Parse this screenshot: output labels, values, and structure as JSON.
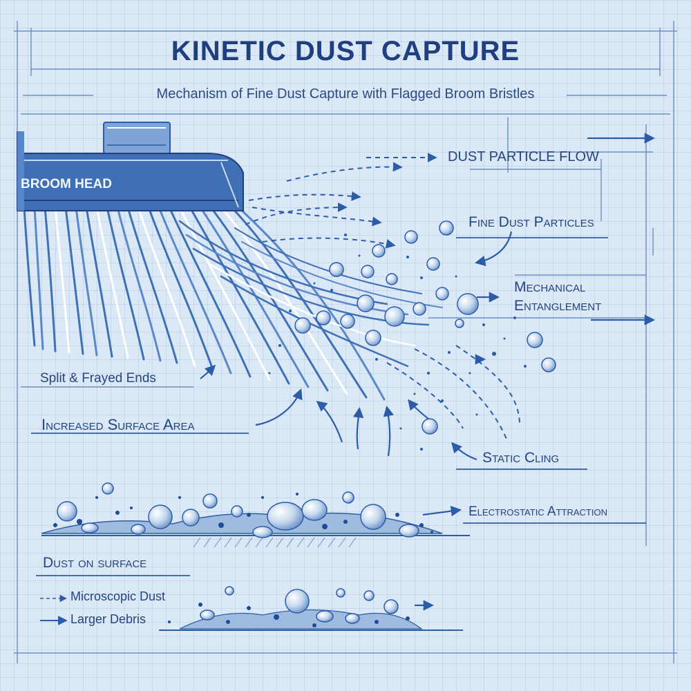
{
  "title": "KINETIC DUST CAPTURE",
  "subtitle": "Mechanism of Fine Dust Capture with Flagged Broom Bristles",
  "labels": {
    "broom_head": "BROOM HEAD",
    "dust_particle_flow": "DUST PARTICLE FLOW",
    "fine_dust_particles": "Fine Dust Particles",
    "mechanical": "Mechanical",
    "entanglement": "Entanglement",
    "split_frayed_ends": "Split & Frayed Ends",
    "increased_surface_area": "Increased Surface Area",
    "static_cling": "Static Cling",
    "electrostatic_attraction": "Electrostatic Attraction",
    "dust_on_surface": "Dust on surface"
  },
  "legend": {
    "microscopic_dust": "Microscopic Dust",
    "larger_debris": "Larger Debris"
  },
  "colors": {
    "ink": "#24457e",
    "accent": "#2c5ca8",
    "paper": "#dbe8f6",
    "broom_blue": "#3f6fb5"
  }
}
